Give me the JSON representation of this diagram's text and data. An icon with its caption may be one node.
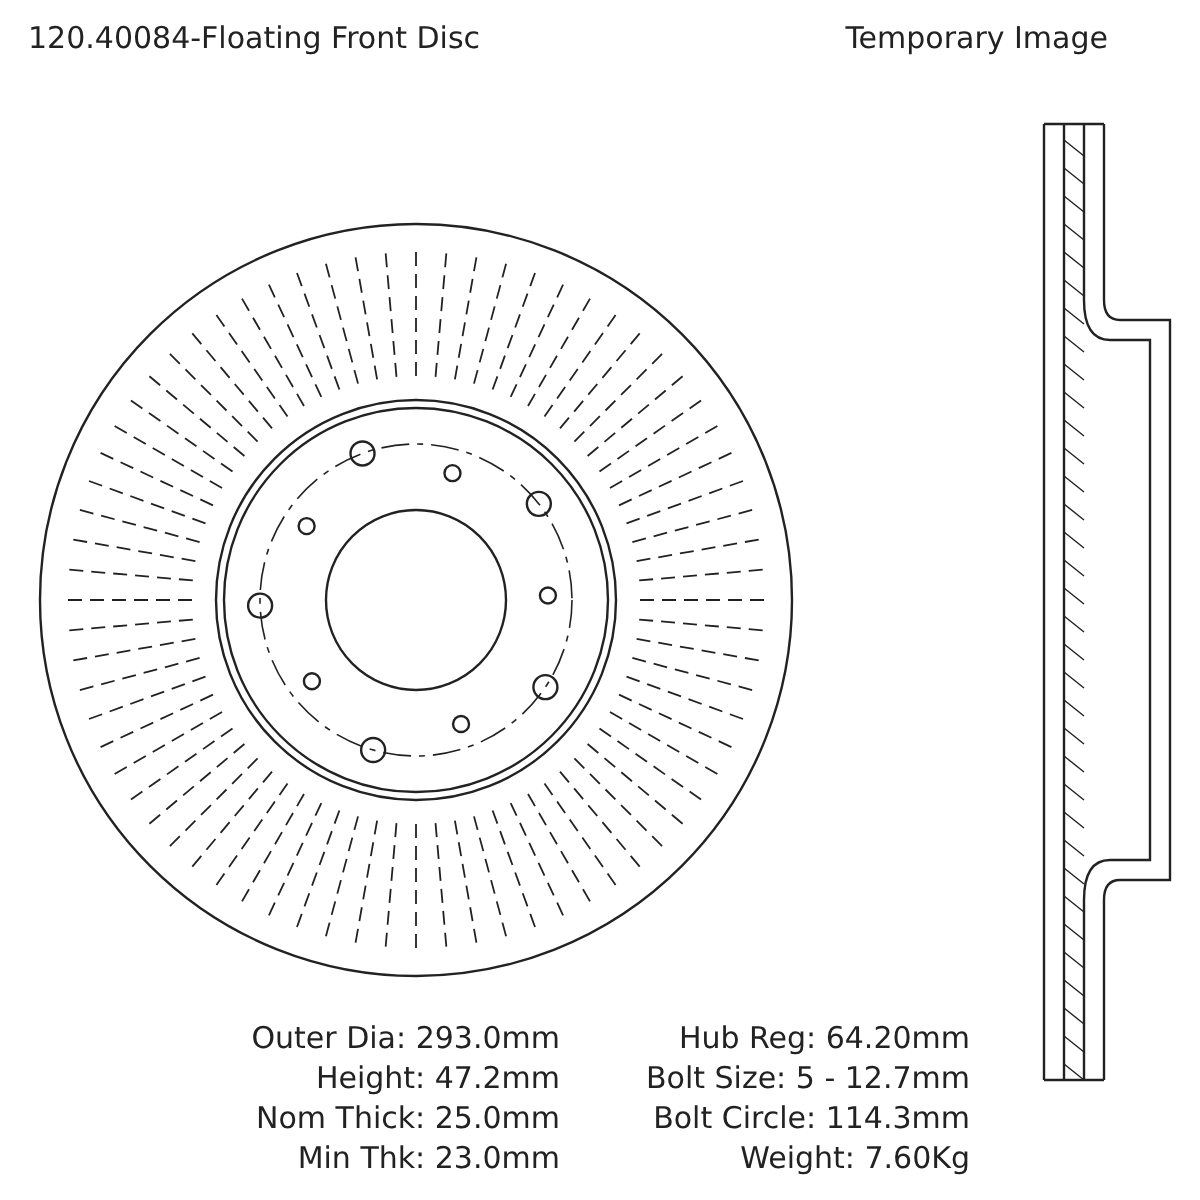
{
  "diagram": {
    "title": "120.40084-Floating Front Disc",
    "labels": [
      "Temporary Image",
      "Outer Dia: 293.0mm",
      "Hub Reg: 64.20mm",
      "Height: 47.2mm",
      "Bolt Size: 5 - 12.7mm",
      "Nom Thick: 25.0mm",
      "Bolt Circle: 114.3mm",
      "Min Thk: 23.0mm",
      "Weight: 7.60Kg"
    ]
  }
}
